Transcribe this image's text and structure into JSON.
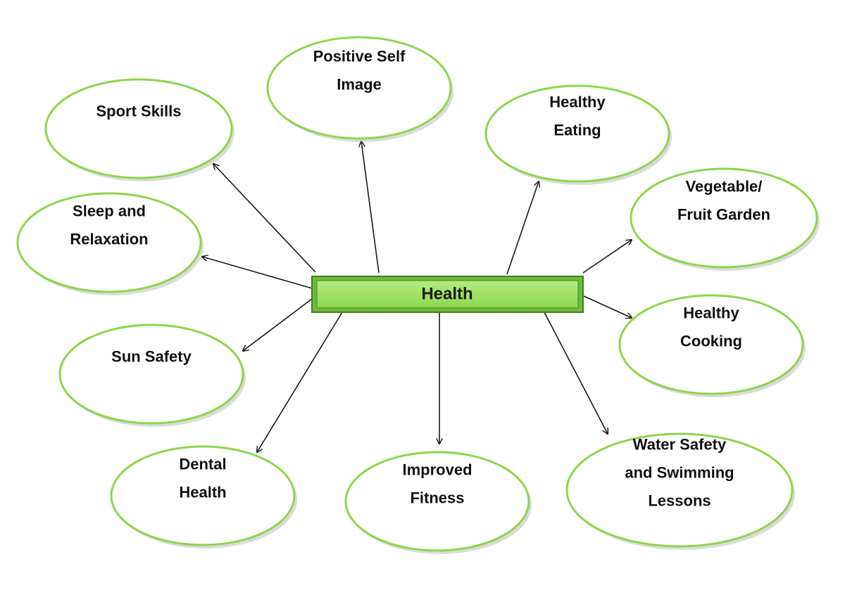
{
  "center": {
    "label": "Health",
    "fill_color": "#9ee062",
    "border_color": "#4f9a2a"
  },
  "node_border_color": "#8fd44f",
  "nodes": [
    {
      "id": "sport-skills",
      "lines": [
        "Sport Skills"
      ]
    },
    {
      "id": "positive-self-image",
      "lines": [
        "Positive Self",
        "Image"
      ]
    },
    {
      "id": "healthy-eating",
      "lines": [
        "Healthy",
        "Eating"
      ]
    },
    {
      "id": "vegetable-fruit-garden",
      "lines": [
        "Vegetable/",
        "Fruit Garden"
      ]
    },
    {
      "id": "sleep-and-relaxation",
      "lines": [
        "Sleep and",
        "Relaxation"
      ]
    },
    {
      "id": "healthy-cooking",
      "lines": [
        "Healthy",
        "Cooking"
      ]
    },
    {
      "id": "sun-safety",
      "lines": [
        "Sun Safety"
      ]
    },
    {
      "id": "dental-health",
      "lines": [
        "Dental",
        "Health"
      ]
    },
    {
      "id": "improved-fitness",
      "lines": [
        "Improved",
        "Fitness"
      ]
    },
    {
      "id": "water-safety",
      "lines": [
        "Water Safety",
        "and Swimming",
        "Lessons"
      ]
    }
  ]
}
